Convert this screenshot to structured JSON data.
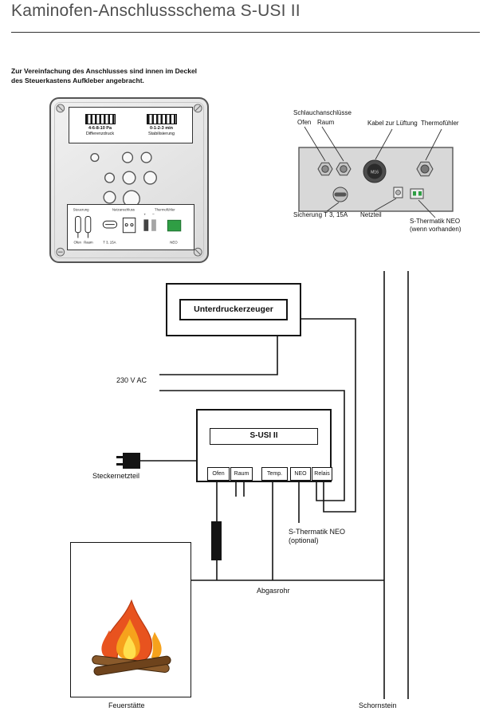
{
  "title": "Kaminofen-Anschlussschema S-USI II",
  "intro": {
    "line1": "Zur Vereinfachung des Anschlusses sind innen im Deckel",
    "line2": "des Steuerkastens Aufkleber angebracht."
  },
  "control_box": {
    "sticker_top": {
      "left_scale": "4-6-8-10 Pa",
      "left_caption": "Differenzdruck",
      "right_scale": "0-1-2-3 min",
      "right_caption": "Stabilisierung"
    },
    "sticker_bottom": {
      "header_left": "Steuerung",
      "header_mid": "Netzanschluss",
      "header_right": "Thermofühler",
      "ofen": "Ofen",
      "raum": "Raum",
      "fuse": "T 3, 15A",
      "neo": "NEO",
      "plus": "+",
      "minus": "−"
    }
  },
  "panel": {
    "hose_title": "Schlauchanschlüsse",
    "hose_ofen": "Ofen",
    "hose_raum": "Raum",
    "fan_cable": "Kabel zur Lüftung",
    "thermo": "Thermofühler",
    "fuse": "Sicherung T 3, 15A",
    "power": "Netzteil",
    "neo_line1": "S-Thermatik NEO",
    "neo_line2": "(wenn vorhanden)",
    "connector_size": "M16"
  },
  "schematic": {
    "vacuum_label": "Unterdruckerzeuger",
    "mains_label": "230 V AC",
    "controller_label": "S-USI II",
    "ports": [
      "Ofen",
      "Raum",
      "Temp.",
      "NEO",
      "Relais"
    ],
    "plug_label": "Steckernetzteil",
    "neo_line1": "S-Thermatik NEO",
    "neo_line2": "(optional)",
    "exhaust_label": "Abgasrohr",
    "fireplace_label": "Feuerstätte",
    "chimney_label": "Schornstein"
  },
  "colors": {
    "line": "#141414",
    "panel_gray": "#d8d8d8",
    "fire_red": "#e8531f",
    "fire_orange": "#f6a21c",
    "fire_yellow": "#ffdf4d",
    "log_brown": "#7a4a21",
    "terminal_green": "#2f9e44"
  }
}
